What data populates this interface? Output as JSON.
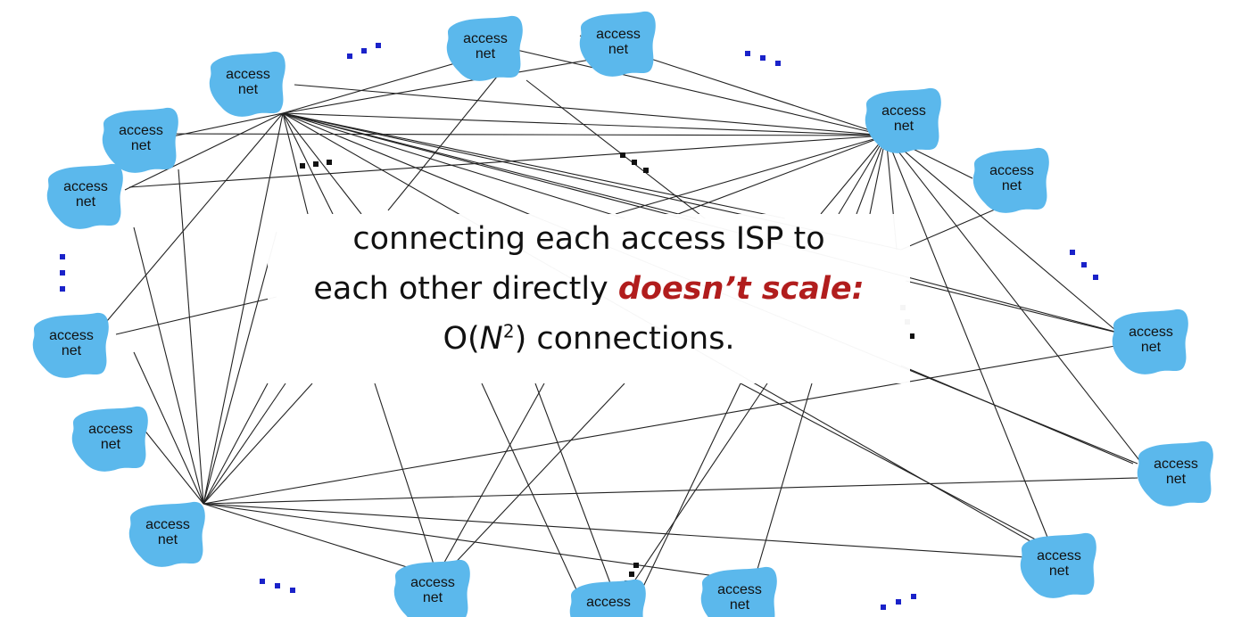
{
  "nodes": [
    {
      "id": "n-top-left",
      "label1": "access",
      "label2": "net"
    },
    {
      "id": "n-top-mid1",
      "label1": "access",
      "label2": "net"
    },
    {
      "id": "n-top-mid2",
      "label1": "access",
      "label2": "net"
    },
    {
      "id": "n-top-right",
      "label1": "access",
      "label2": "net"
    },
    {
      "id": "n-left1",
      "label1": "access",
      "label2": "net"
    },
    {
      "id": "n-left2",
      "label1": "access",
      "label2": "net"
    },
    {
      "id": "n-left3",
      "label1": "access",
      "label2": "net"
    },
    {
      "id": "n-left4",
      "label1": "access",
      "label2": "net"
    },
    {
      "id": "n-bottom-left",
      "label1": "access",
      "label2": "net"
    },
    {
      "id": "n-bottom-mid1",
      "label1": "access",
      "label2": "net"
    },
    {
      "id": "n-bottom-mid2",
      "label1": "access",
      "label2": ""
    },
    {
      "id": "n-bottom-mid3",
      "label1": "access",
      "label2": "net"
    },
    {
      "id": "n-right1",
      "label1": "access",
      "label2": "net"
    },
    {
      "id": "n-right2",
      "label1": "access",
      "label2": "net"
    },
    {
      "id": "n-right3",
      "label1": "access",
      "label2": "net"
    },
    {
      "id": "n-right4",
      "label1": "access",
      "label2": "net"
    }
  ],
  "caption": {
    "line1": "connecting each access ISP to",
    "line2_plain": "each other directly ",
    "line2_emph": "doesn’t scale:",
    "line3_pre": "O(",
    "line3_var": "N",
    "line3_sup": "2",
    "line3_post": ") connections."
  },
  "colors": {
    "cloud": "#5bb8ec",
    "ellipsis_blue": "#1a22c9",
    "ellipsis_black": "#111111",
    "emphasis": "#b11d1d"
  }
}
